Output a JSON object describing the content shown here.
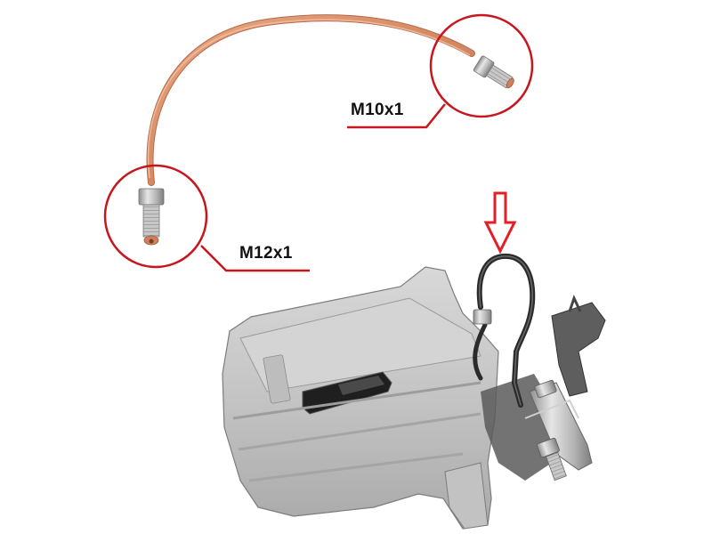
{
  "diagram": {
    "subject": "brake pipe with threaded fittings and brake caliper",
    "callouts": [
      {
        "id": "fitting-top",
        "label": "M10x1",
        "position": "top-right fitting"
      },
      {
        "id": "fitting-bottom",
        "label": "M12x1",
        "position": "left fitting"
      }
    ],
    "arrow": {
      "direction": "down",
      "target": "caliper brake line",
      "color": "#e31e24"
    },
    "colors": {
      "callout_red": "#c8161e",
      "arrow_red": "#e31e24",
      "copper": "#d9906a",
      "fitting_steel": "#b8b8b8",
      "caliper_gray": "#c9c9c9",
      "label_text": "#111111",
      "background": "#ffffff"
    }
  }
}
